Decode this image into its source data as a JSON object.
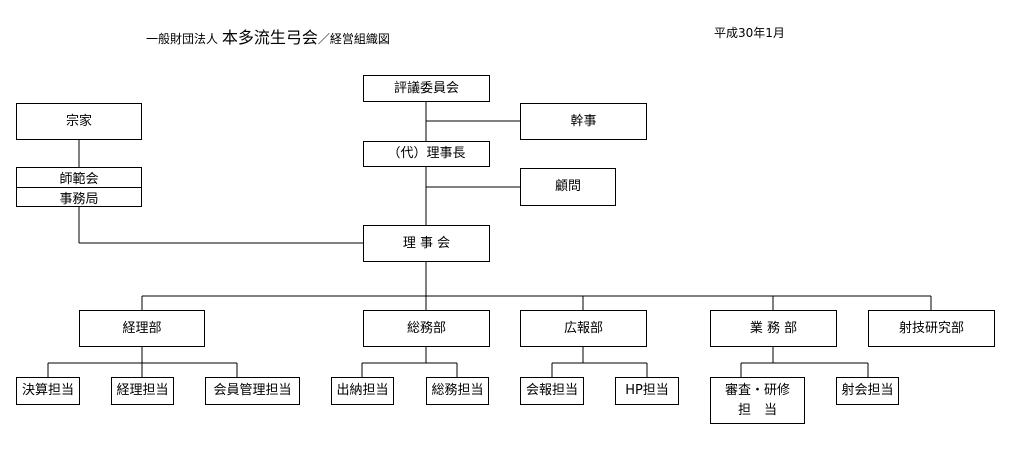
{
  "header": {
    "prefix": "一般財団法人",
    "org_name": "本多流生弓会",
    "suffix": "／経営組織図",
    "date": "平成30年1月"
  },
  "nodes": {
    "hyogiinkai": "評議委員会",
    "kanji": "幹事",
    "soke": "宗家",
    "rijicho": "（代）理事長",
    "komon": "顧問",
    "shihankai": "師範会",
    "jimukyoku": "事務局",
    "rijikai": "理 事 会",
    "keiribu": "経理部",
    "somubu": "総務部",
    "kohobu": "広報部",
    "gyomubu": "業 務 部",
    "shagi": "射技研究部",
    "kessan": "決算担当",
    "keiri_tanto": "経理担当",
    "kaiin_kanri": "会員管理担当",
    "suitou": "出納担当",
    "somu_tanto": "総務担当",
    "kaiho": "会報担当",
    "hp": "HP担当",
    "shinsa_line1": "審査・研修",
    "shinsa_line2": "担　当",
    "shakai": "射会担当"
  }
}
